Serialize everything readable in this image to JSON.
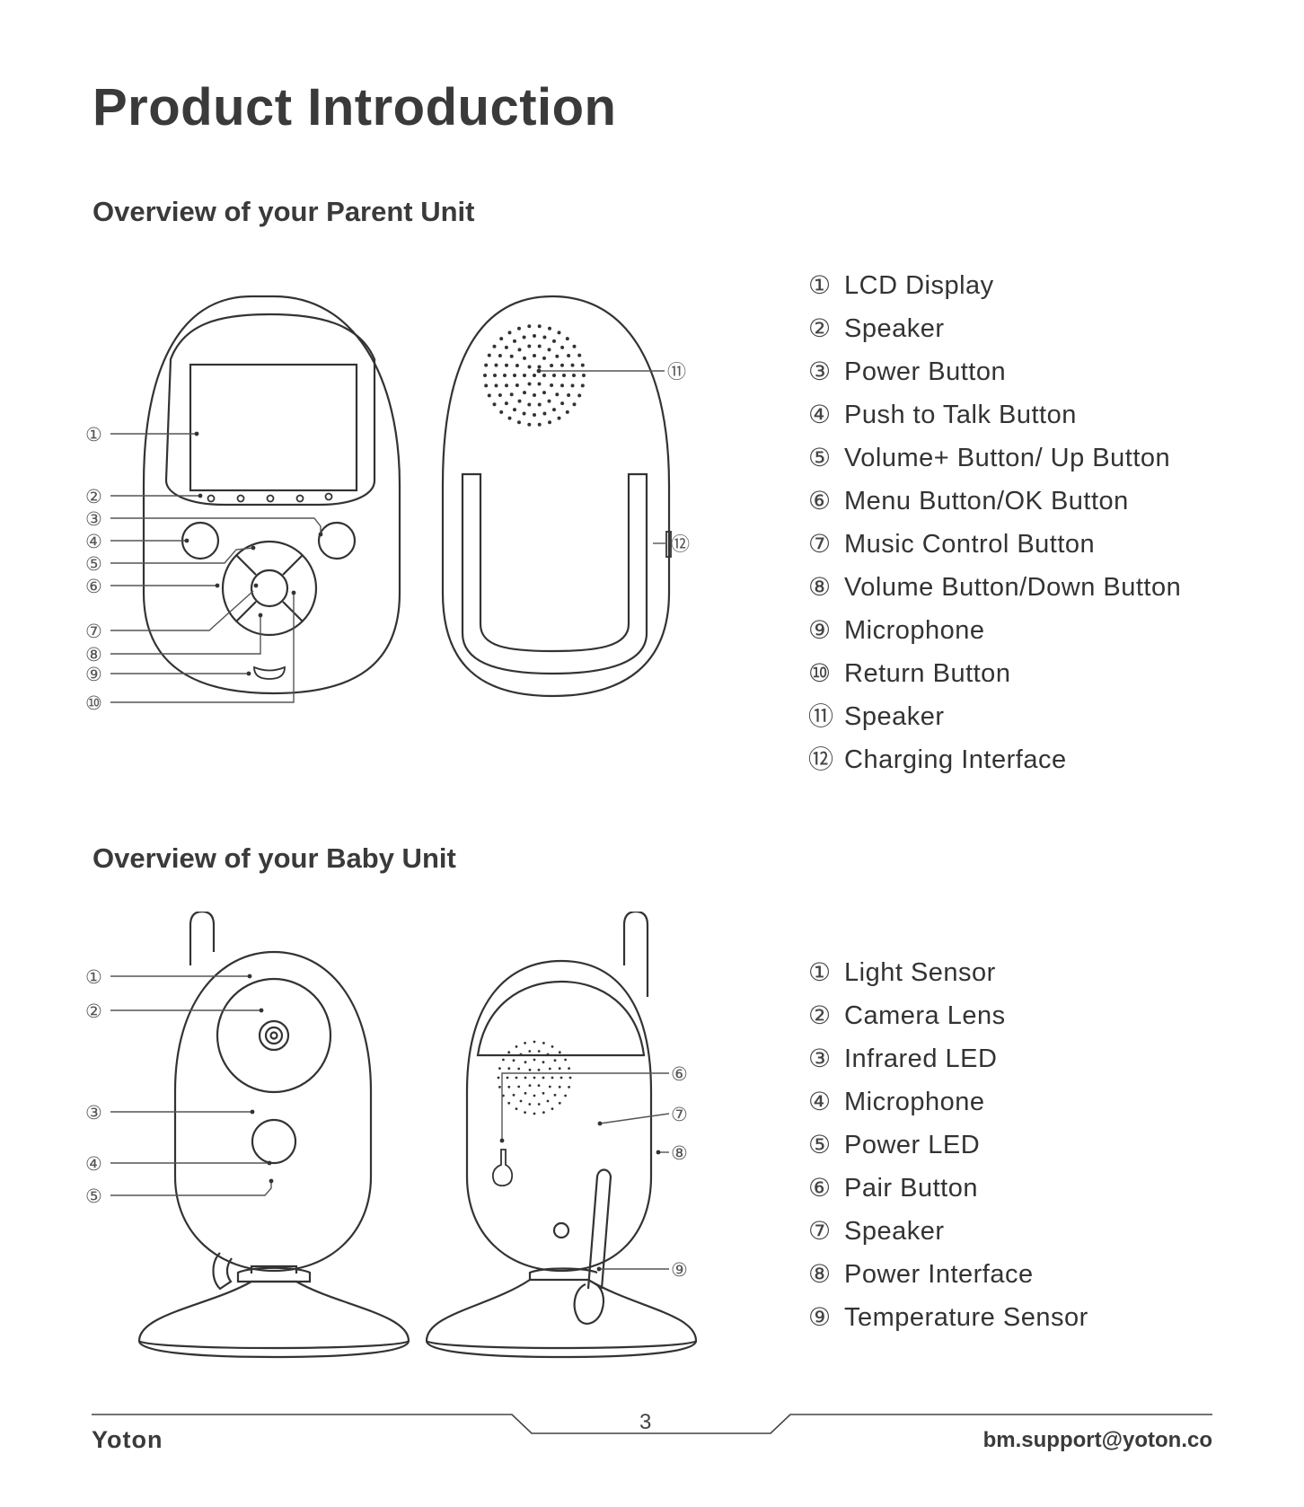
{
  "page": {
    "title": "Product Introduction"
  },
  "parent_unit": {
    "heading": "Overview of your Parent Unit",
    "callout_numbers": [
      "①",
      "②",
      "③",
      "④",
      "⑤",
      "⑥",
      "⑦",
      "⑧",
      "⑨",
      "⑩",
      "⑪",
      "⑫"
    ],
    "items": [
      {
        "num": "①",
        "label": "LCD Display"
      },
      {
        "num": "②",
        "label": "Speaker"
      },
      {
        "num": "③",
        "label": "Power Button"
      },
      {
        "num": "④",
        "label": "Push to Talk Button"
      },
      {
        "num": "⑤",
        "label": "Volume+ Button/ Up Button"
      },
      {
        "num": "⑥",
        "label": "Menu Button/OK Button"
      },
      {
        "num": "⑦",
        "label": "Music Control Button"
      },
      {
        "num": "⑧",
        "label": "Volume Button/Down Button"
      },
      {
        "num": "⑨",
        "label": "Microphone"
      },
      {
        "num": "⑩",
        "label": "Return Button"
      },
      {
        "num": "⑪",
        "label": "Speaker"
      },
      {
        "num": "⑫",
        "label": "Charging Interface"
      }
    ]
  },
  "baby_unit": {
    "heading": "Overview of your Baby Unit",
    "callout_numbers": [
      "①",
      "②",
      "③",
      "④",
      "⑤",
      "⑥",
      "⑦",
      "⑧",
      "⑨"
    ],
    "items": [
      {
        "num": "①",
        "label": "Light Sensor"
      },
      {
        "num": "②",
        "label": "Camera Lens"
      },
      {
        "num": "③",
        "label": "Infrared LED"
      },
      {
        "num": "④",
        "label": "Microphone"
      },
      {
        "num": "⑤",
        "label": "Power LED"
      },
      {
        "num": "⑥",
        "label": "Pair Button"
      },
      {
        "num": "⑦",
        "label": "Speaker"
      },
      {
        "num": "⑧",
        "label": "Power Interface"
      },
      {
        "num": "⑨",
        "label": "Temperature Sensor"
      }
    ]
  },
  "footer": {
    "brand": "Yoton",
    "page_number": "3",
    "email": "bm.support@yoton.co"
  }
}
